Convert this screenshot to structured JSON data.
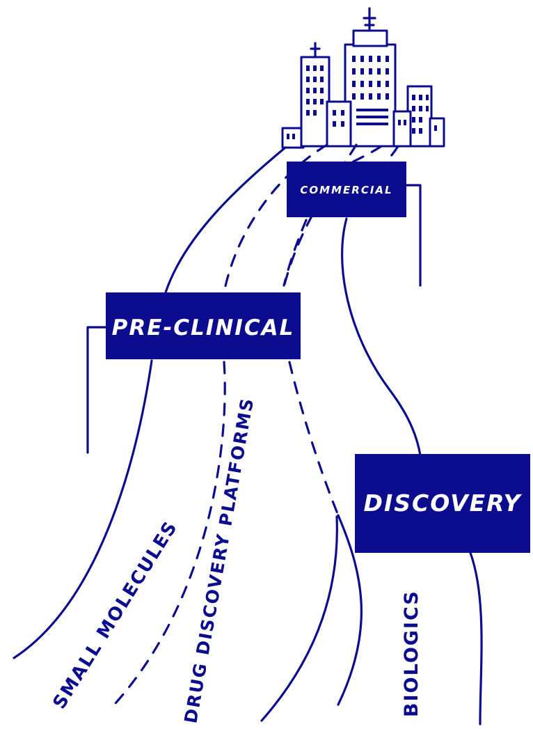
{
  "title": "",
  "colors": {
    "ink": "#0c0c8f",
    "background": "#ffffff",
    "label_text": "#ffffff"
  },
  "illustration": {
    "icon": "city-skyline-icon"
  },
  "stages": {
    "commercial": "COMMERCIAL",
    "preclinical": "PRE-CLINICAL",
    "discovery": "DISCOVERY"
  },
  "roads": {
    "small_molecules": "SMALL MOLECULES",
    "drug_discovery_platforms": "DRUG DISCOVERY PLATFORMS",
    "biologics": "BIOLOGICS"
  }
}
